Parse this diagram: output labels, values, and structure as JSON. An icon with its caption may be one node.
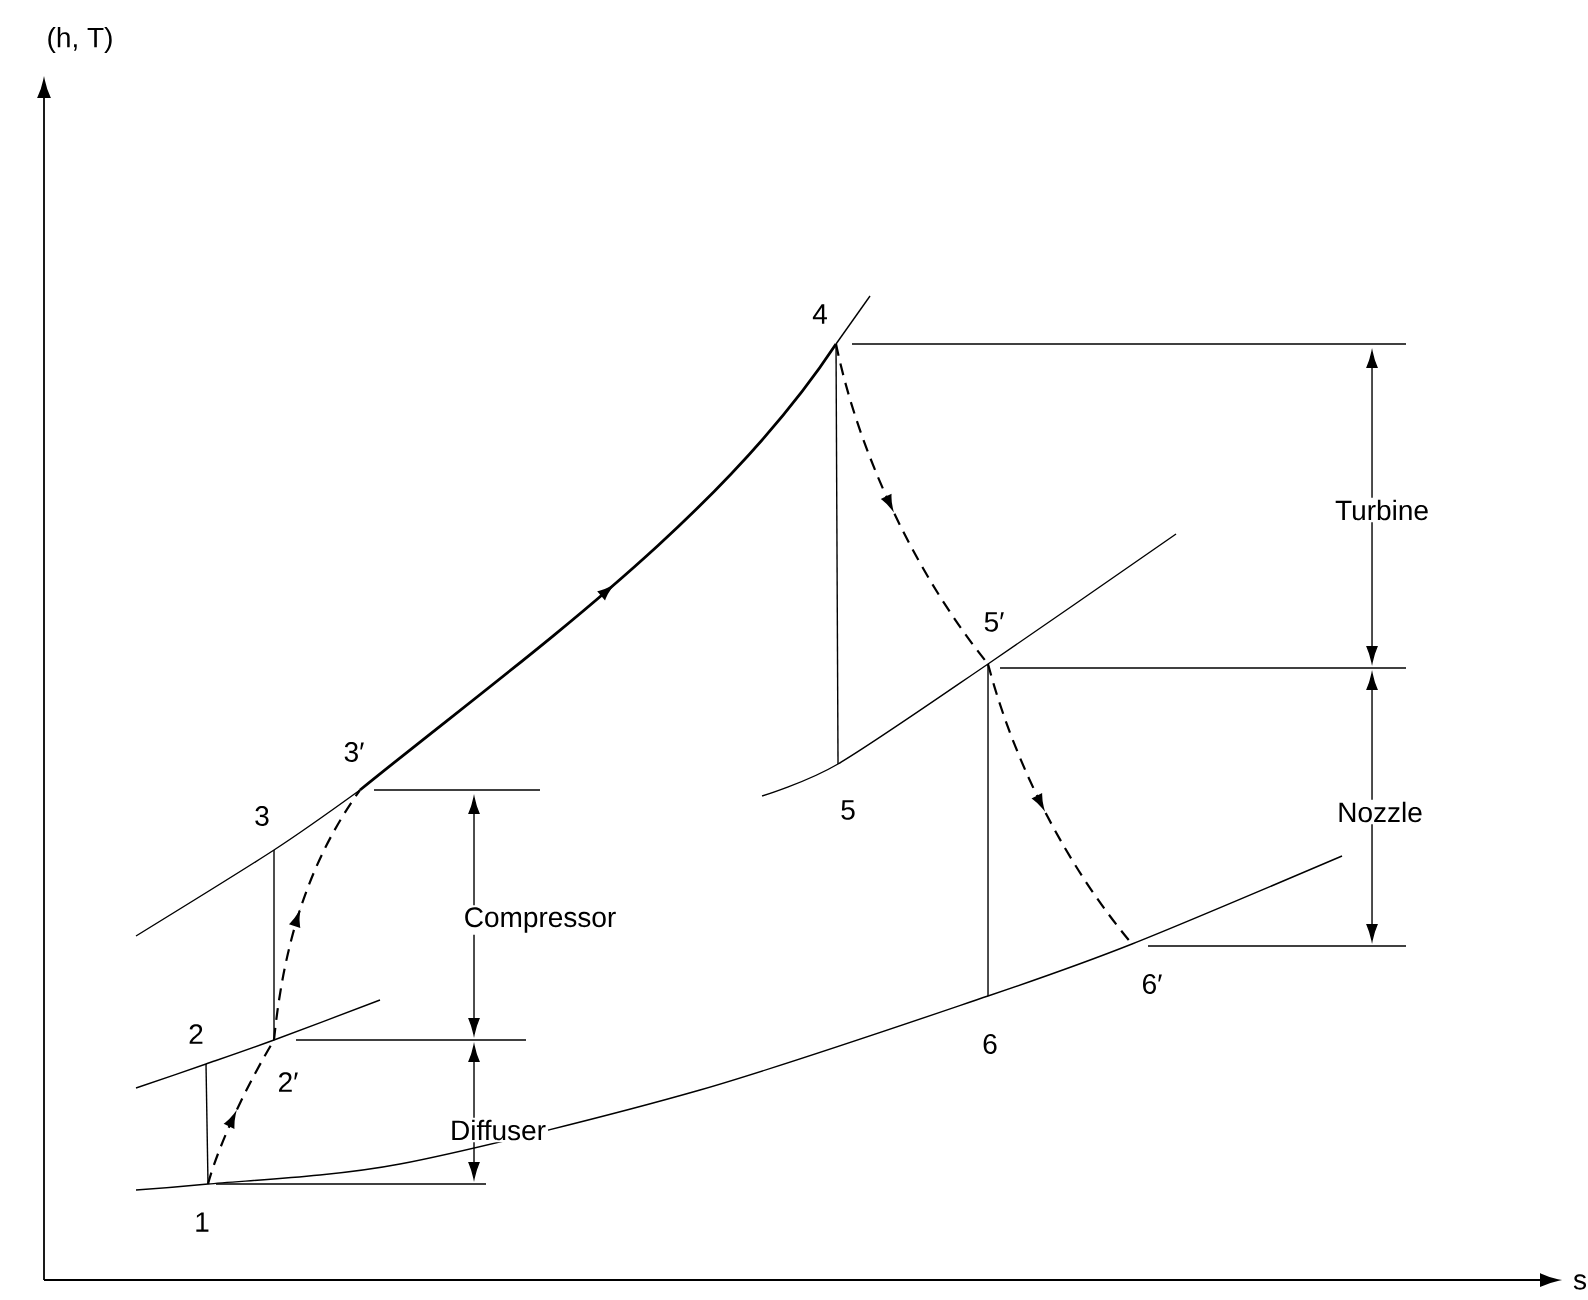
{
  "diagram": {
    "labels": [
      "(h, T)",
      "4",
      "Turbine",
      "5′",
      "3′",
      "5",
      "3",
      "Nozzle",
      "Compressor",
      "2",
      "2′",
      "6",
      "6′",
      "Diffuser",
      "1",
      "s"
    ]
  }
}
